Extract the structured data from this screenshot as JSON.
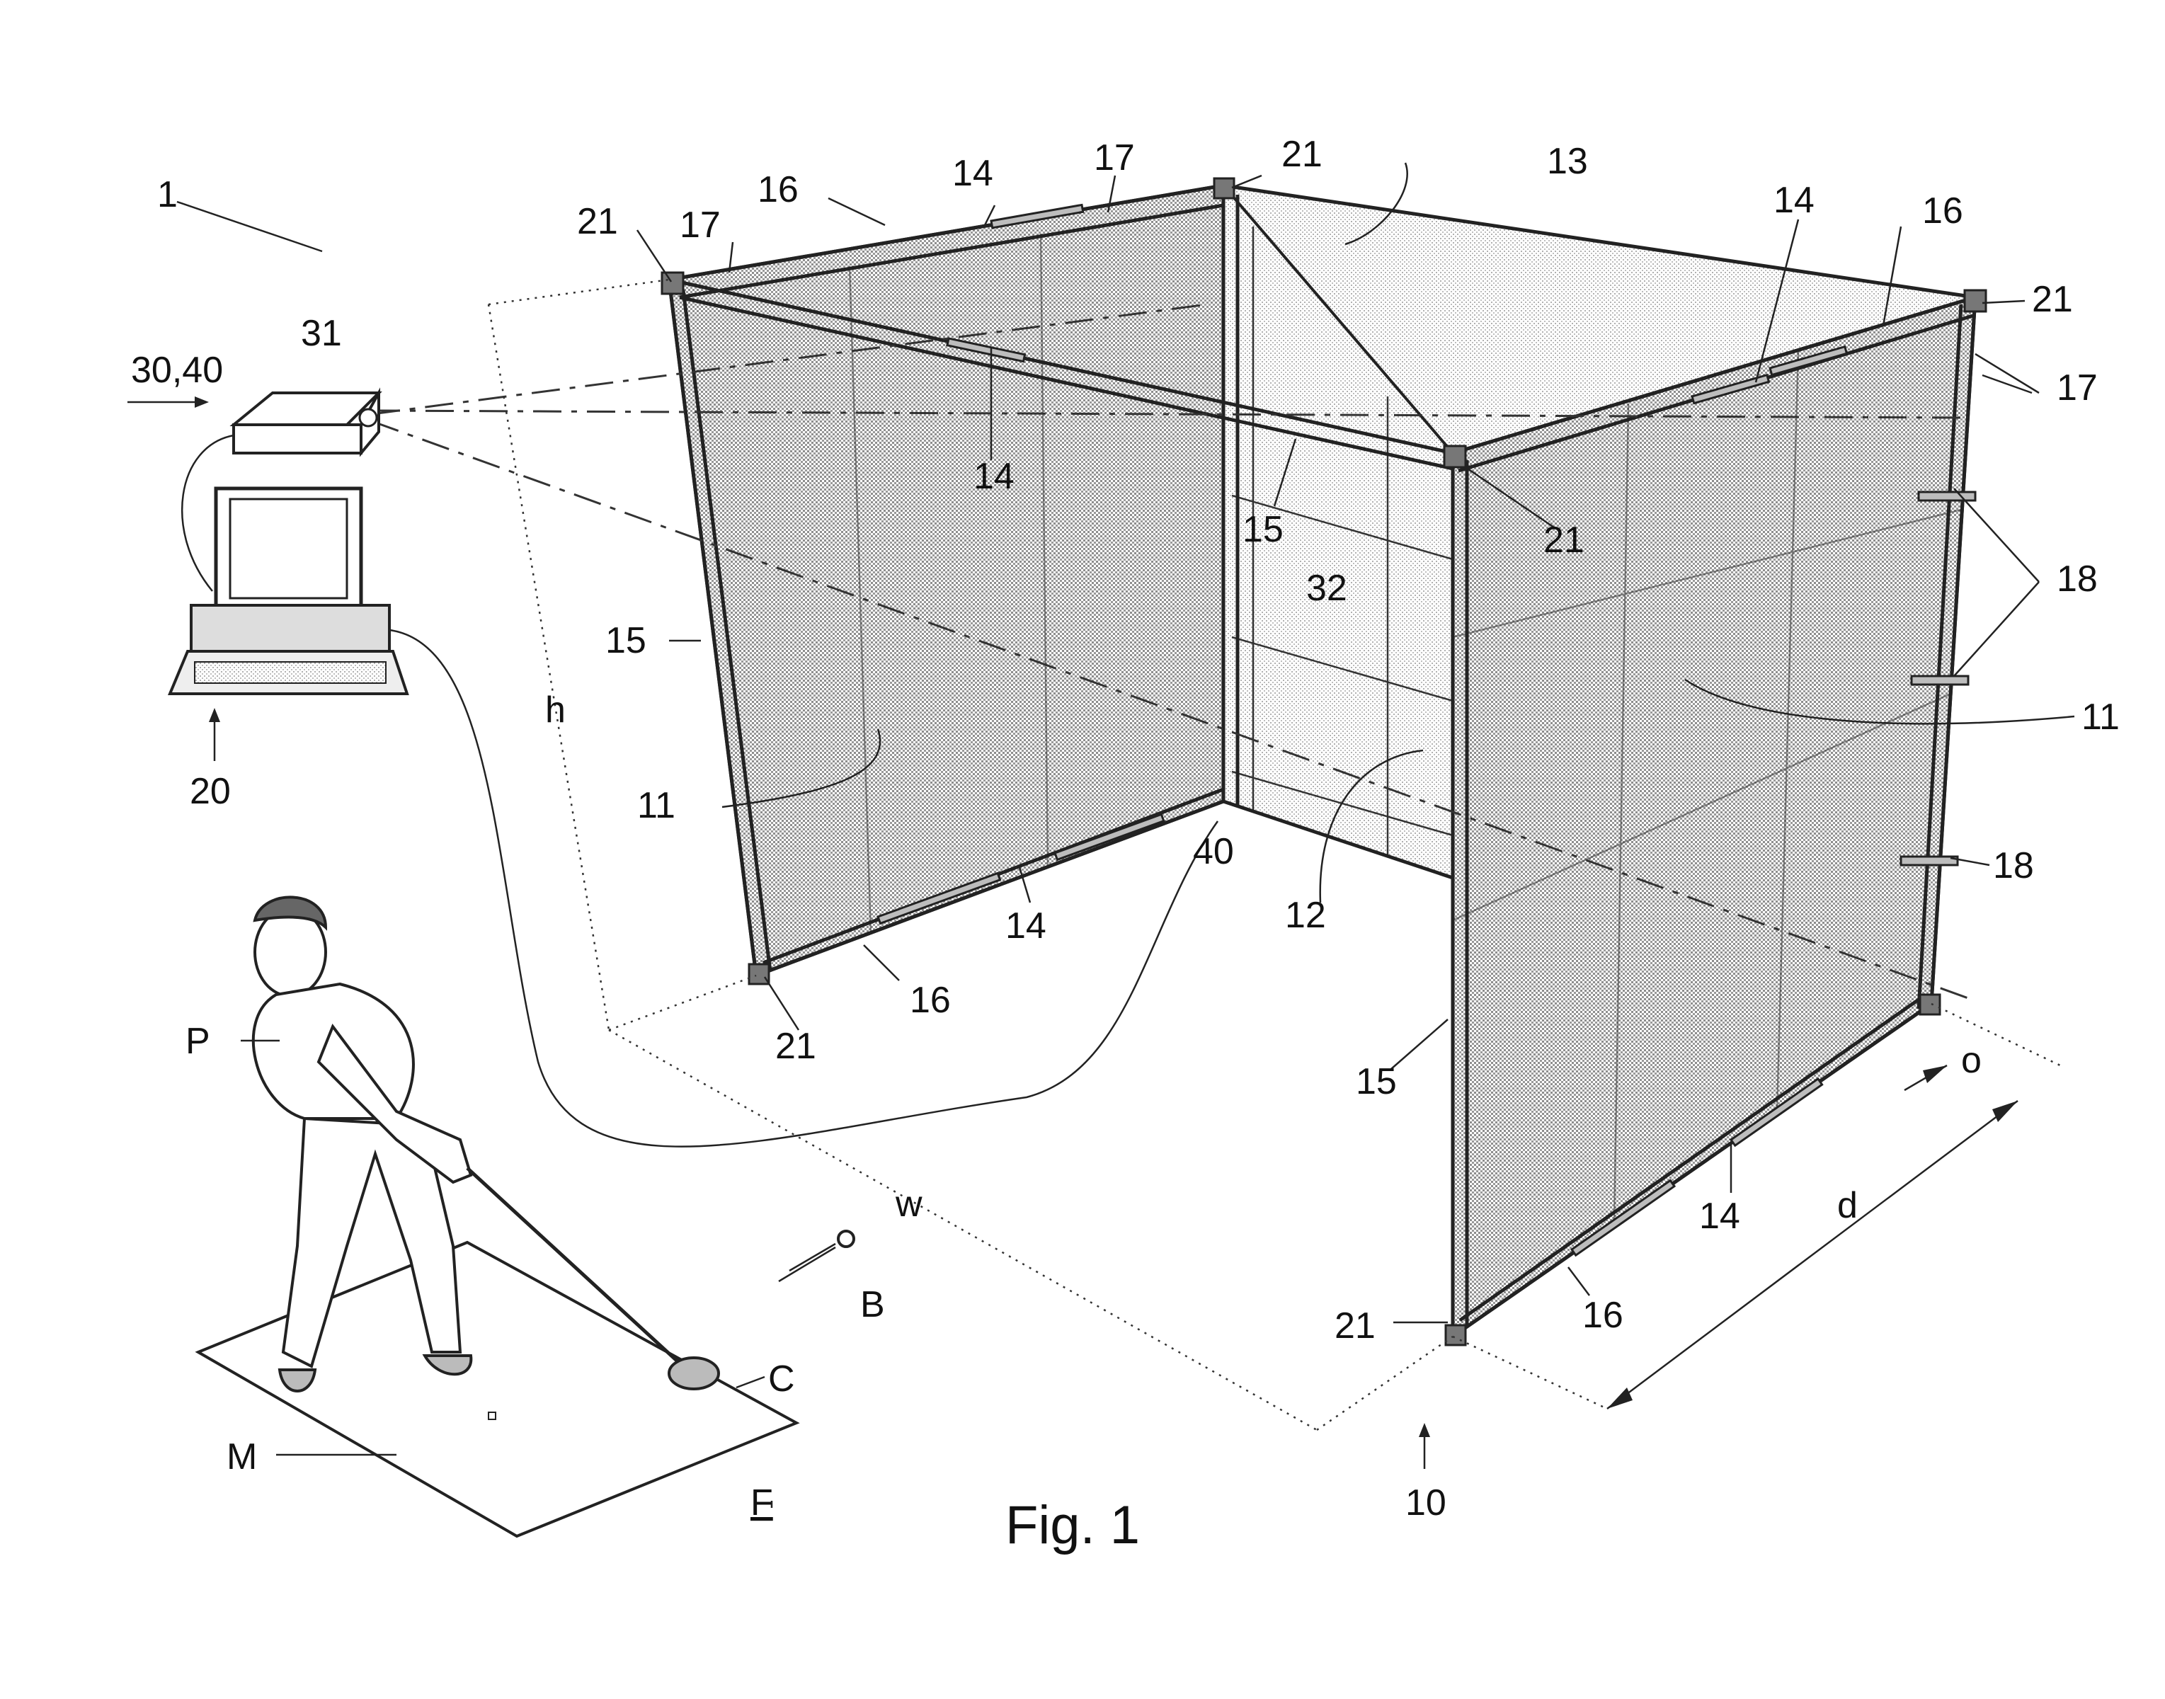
{
  "caption": "Fig. 1",
  "labels": {
    "system": "1",
    "enclosure": "10",
    "side_wall_left": "11",
    "side_wall_right": "11",
    "screen": "12",
    "ceiling": "13",
    "bar_14_top": "14",
    "bar_14_front_top": "14",
    "bar_14_right_top": "14",
    "bar_14_left_bottom": "14",
    "bar_14_right_bottom": "14",
    "post_15_left": "15",
    "post_15_inner": "15",
    "post_15_front": "15",
    "rail_16_top_left": "16",
    "rail_16_top_right": "16",
    "rail_16_bottom_left": "16",
    "rail_16_bottom_right": "16",
    "beam_17_top": "17",
    "beam_17_left": "17",
    "beam_17_right": "17",
    "crossbar_18_upper": "18",
    "crossbar_18_lower": "18",
    "corner_21_top_left": "21",
    "corner_21_top_back": "21",
    "corner_21_top_right": "21",
    "corner_21_front_top": "21",
    "corner_21_bottom_left": "21",
    "corner_21_bottom_front": "21",
    "computer": "20",
    "projector": "31",
    "projector_group": "30,40",
    "image": "32",
    "cable": "40",
    "dim_h": "h",
    "dim_w": "w",
    "dim_d": "d",
    "dim_o": "o",
    "player": "P",
    "ball": "B",
    "club": "C",
    "mat": "M",
    "floor": "F"
  }
}
